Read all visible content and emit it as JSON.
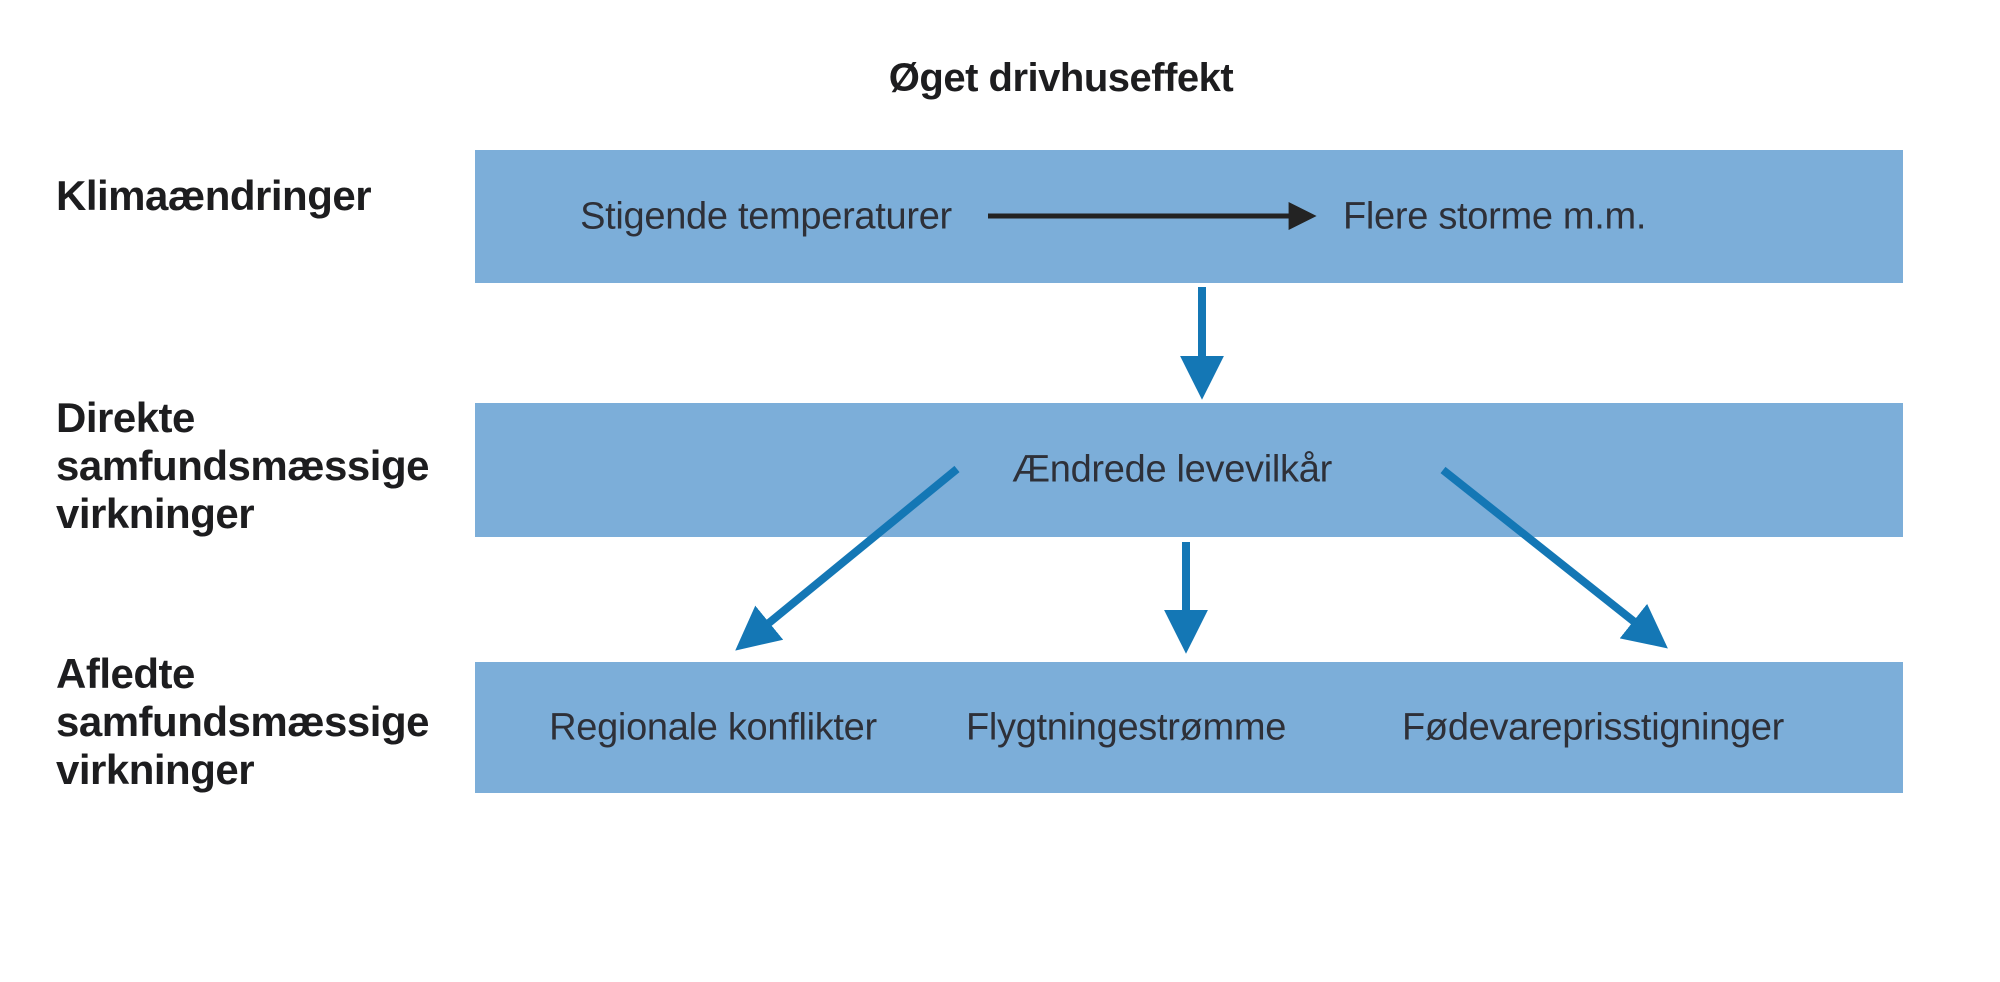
{
  "title": "Øget drivhuseffekt",
  "row_labels": [
    {
      "lines": [
        "Klimaændringer"
      ]
    },
    {
      "lines": [
        "Direkte",
        "samfundsmæssige",
        "virkninger"
      ]
    },
    {
      "lines": [
        "Afledte",
        "samfundsmæssige",
        "virkninger"
      ]
    }
  ],
  "bars": {
    "climate_changes": {
      "left_text": "Stigende temperaturer",
      "right_text": "Flere storme m.m."
    },
    "direct_effects": {
      "text": "Ændrede levevilkår"
    },
    "derived_effects": {
      "items": [
        "Regionale konflikter",
        "Flygtningestrømme",
        "Fødevareprisstigninger"
      ]
    }
  },
  "colors": {
    "bar_fill": "#7caed9",
    "arrow_blue": "#1477b5",
    "arrow_black": "#232323",
    "text_dark": "#1d1d1f",
    "bar_text": "#2e3038",
    "background": "#ffffff"
  }
}
